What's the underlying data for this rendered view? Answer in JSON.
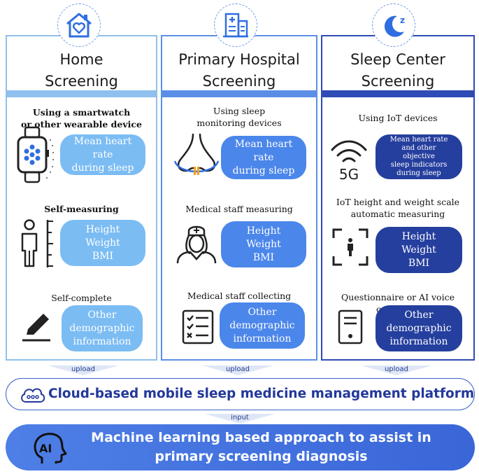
{
  "columns": [
    {
      "title_line1": "Home",
      "title_line2": "Screening",
      "icon": "house-heart-icon",
      "rows": [
        {
          "caption_line1": "Using a smartwatch",
          "caption_line2": "or other wearable device",
          "icon": "smartwatch-icon",
          "pill_line1": "Mean heart rate",
          "pill_line2": "during sleep"
        },
        {
          "caption_line1": "Self-measuring",
          "icon": "person-height-icon",
          "pill_line1": "Height",
          "pill_line2": "Weight",
          "pill_line3": "BMI"
        },
        {
          "caption_line1": "Self-complete",
          "icon": "pencil-icon",
          "pill_line1": "Other",
          "pill_line2": "demographic",
          "pill_line3": "information"
        }
      ]
    },
    {
      "title_line1": "Primary Hospital",
      "title_line2": "Screening",
      "icon": "hospital-building-icon",
      "rows": [
        {
          "caption_line1": "Using sleep",
          "caption_line2": "monitoring devices",
          "icon": "nasal-cannula-icon",
          "pill_line1": "Mean heart rate",
          "pill_line2": "during sleep"
        },
        {
          "caption_line1": "Medical staff measuring",
          "icon": "nurse-icon",
          "pill_line1": "Height",
          "pill_line2": "Weight",
          "pill_line3": "BMI"
        },
        {
          "caption_line1": "Medical staff collecting",
          "icon": "checklist-icon",
          "pill_line1": "Other",
          "pill_line2": "demographic",
          "pill_line3": "information"
        }
      ]
    },
    {
      "title_line1": "Sleep Center",
      "title_line2": "Screening",
      "icon": "moon-sleep-icon",
      "rows": [
        {
          "caption_line1": "Using IoT devices",
          "icon": "5g-signal-icon",
          "pill_line1": "Mean heart rate",
          "pill_line2": "and other",
          "pill_line3": "objective",
          "pill_line4": "sleep indicators",
          "pill_line5": "during sleep",
          "badge": "5G"
        },
        {
          "caption_line1": "IoT height and weight scale",
          "caption_line2": "automatic measuring",
          "icon": "scan-person-icon",
          "pill_line1": "Height",
          "pill_line2": "Weight",
          "pill_line3": "BMI"
        },
        {
          "caption_line1": "Questionnaire or AI voice collecting",
          "icon": "tablet-icon",
          "pill_line1": "Other",
          "pill_line2": "demographic",
          "pill_line3": "information"
        }
      ]
    }
  ],
  "arrows": {
    "upload": "upload",
    "input": "input"
  },
  "platform": {
    "text": "Cloud-based mobile sleep medicine management platform",
    "icon": "cloud-icon"
  },
  "ml": {
    "line1": "Machine learning based approach to assist in",
    "line2": "primary screening diagnosis",
    "icon": "ai-head-icon"
  },
  "colors": {
    "light": "#7bbcf3",
    "mid": "#4b86ea",
    "dark": "#253f9e"
  }
}
